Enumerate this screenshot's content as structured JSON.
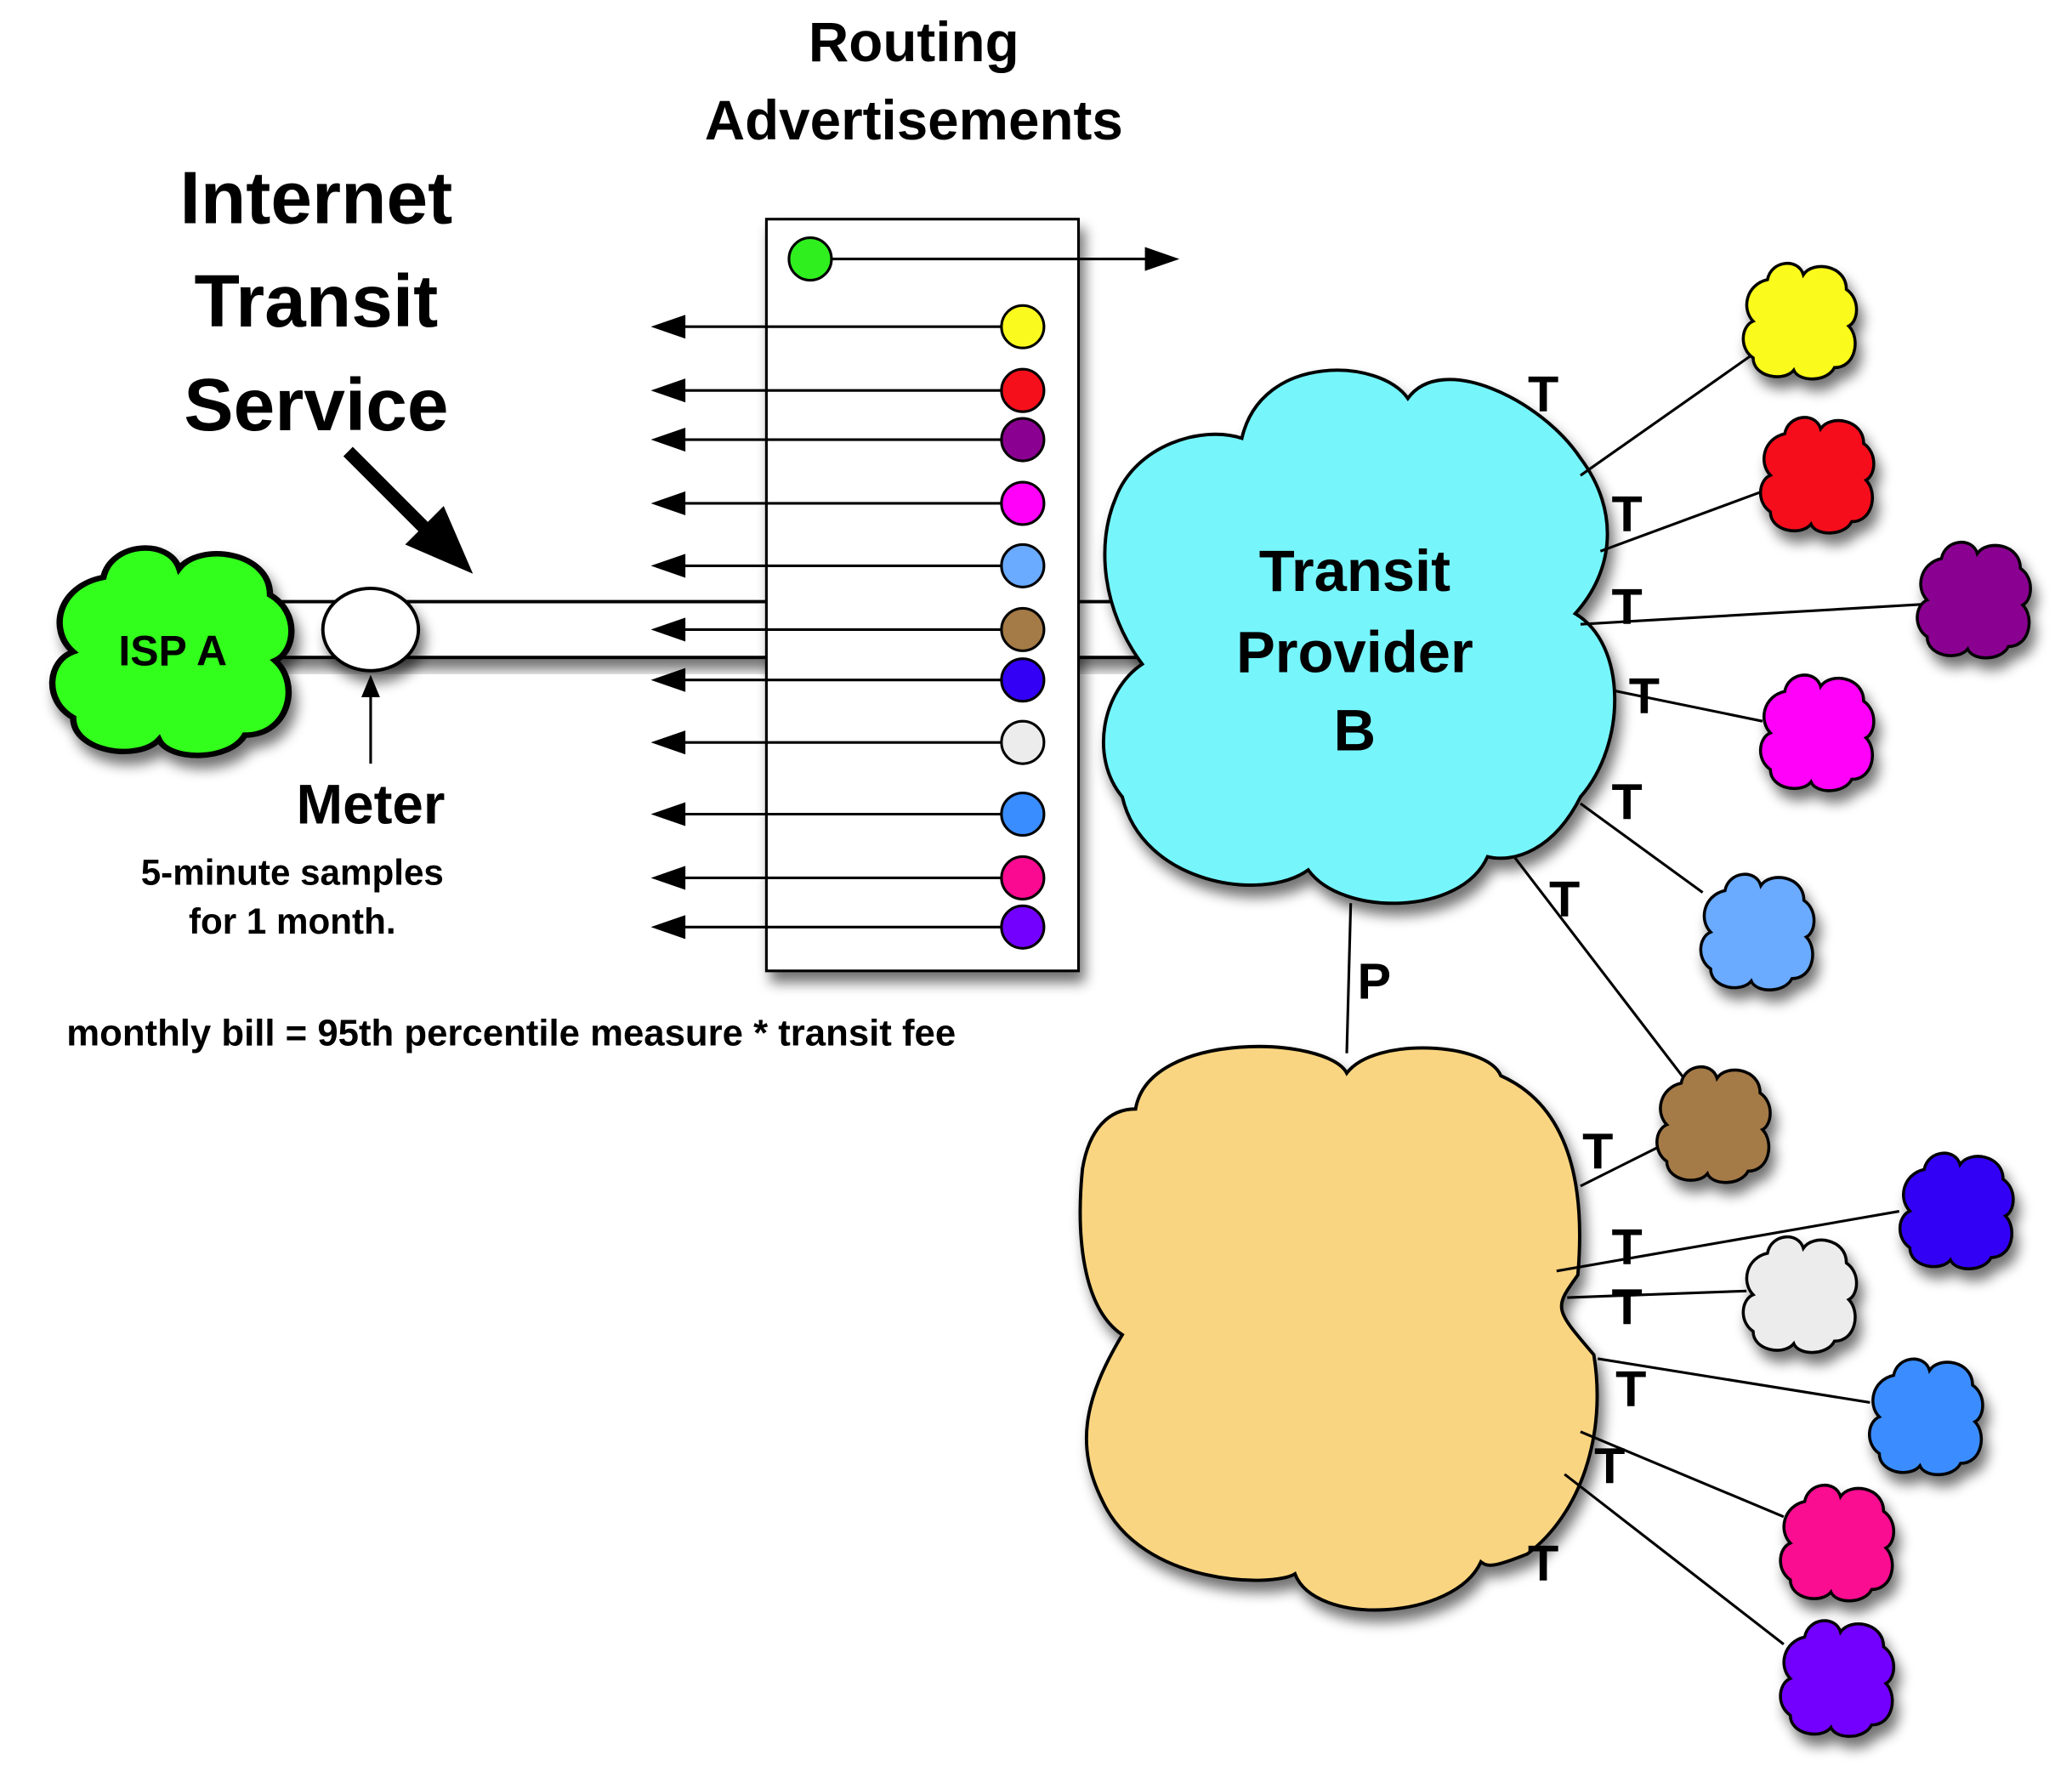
{
  "title": {
    "lines": [
      "Internet",
      "Transit",
      "Service"
    ]
  },
  "routing_header": {
    "lines": [
      "Routing",
      "Advertisements"
    ]
  },
  "isp_a": {
    "label": "ISP A",
    "color": "#33ff1f"
  },
  "meter": {
    "label": "Meter",
    "note_lines": [
      "5-minute samples",
      "for 1 month."
    ]
  },
  "formula": "monthly bill = 95th percentile measure * transit fee",
  "provider_b": {
    "label_lines": [
      "Transit",
      "Provider",
      "B"
    ],
    "color": "#76f5fb"
  },
  "peer_cloud": {
    "label": "",
    "color": "#fad581"
  },
  "peering_link_label": "P",
  "transit_link_label": "T",
  "advertisements": {
    "outbound": {
      "color": "#2fef1f",
      "direction": "right"
    },
    "inbound": [
      {
        "color": "#fafa1f"
      },
      {
        "color": "#f50f1a"
      },
      {
        "color": "#8a0090"
      },
      {
        "color": "#ff00f8"
      },
      {
        "color": "#6aaaff"
      },
      {
        "color": "#a47a46"
      },
      {
        "color": "#3300f5"
      },
      {
        "color": "#ececec"
      },
      {
        "color": "#3a8dff"
      },
      {
        "color": "#fa0a90"
      },
      {
        "color": "#7300ff"
      }
    ]
  },
  "customer_clouds_b": [
    {
      "color": "#fafa1f",
      "link_label": "T"
    },
    {
      "color": "#f50f1a",
      "link_label": "T"
    },
    {
      "color": "#8a0090",
      "link_label": "T"
    },
    {
      "color": "#ff00f8",
      "link_label": "T"
    },
    {
      "color": "#6aaaff",
      "link_label": "T"
    },
    {
      "color": "#a47a46",
      "link_label": "T"
    }
  ],
  "customer_clouds_peer": [
    {
      "color": "#a47a46",
      "link_label": "T"
    },
    {
      "color": "#3300f5",
      "link_label": "T"
    },
    {
      "color": "#ececec",
      "link_label": "T"
    },
    {
      "color": "#3a8dff",
      "link_label": "T"
    },
    {
      "color": "#fa0a90",
      "link_label": "T"
    },
    {
      "color": "#7300ff",
      "link_label": "T"
    }
  ]
}
